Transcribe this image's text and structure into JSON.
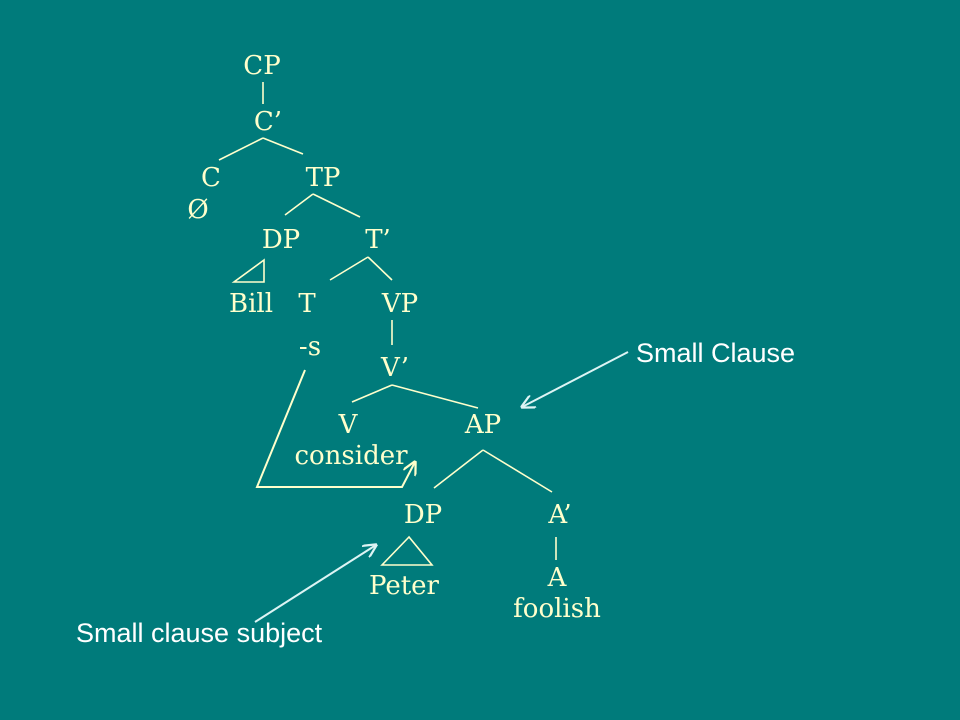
{
  "tree": {
    "cp": "CP",
    "c_bar": "C’",
    "c": "C",
    "c_null": "Ø",
    "tp": "TP",
    "dp_subj": "DP",
    "t_bar": "T’",
    "bill": "Bill",
    "t": "T",
    "t_affix": "-s",
    "vp": "VP",
    "v_bar": "V’",
    "v": "V",
    "v_word": "consider",
    "ap": "AP",
    "dp_sc": "DP",
    "peter": "Peter",
    "a_bar": "A’",
    "a": "A",
    "a_word": "foolish"
  },
  "callouts": {
    "small_clause": "Small Clause",
    "small_clause_subject": "Small clause subject"
  },
  "colors": {
    "background": "#007b7b",
    "tree_text": "#ffffcc",
    "callout_text": "#ffffff"
  }
}
